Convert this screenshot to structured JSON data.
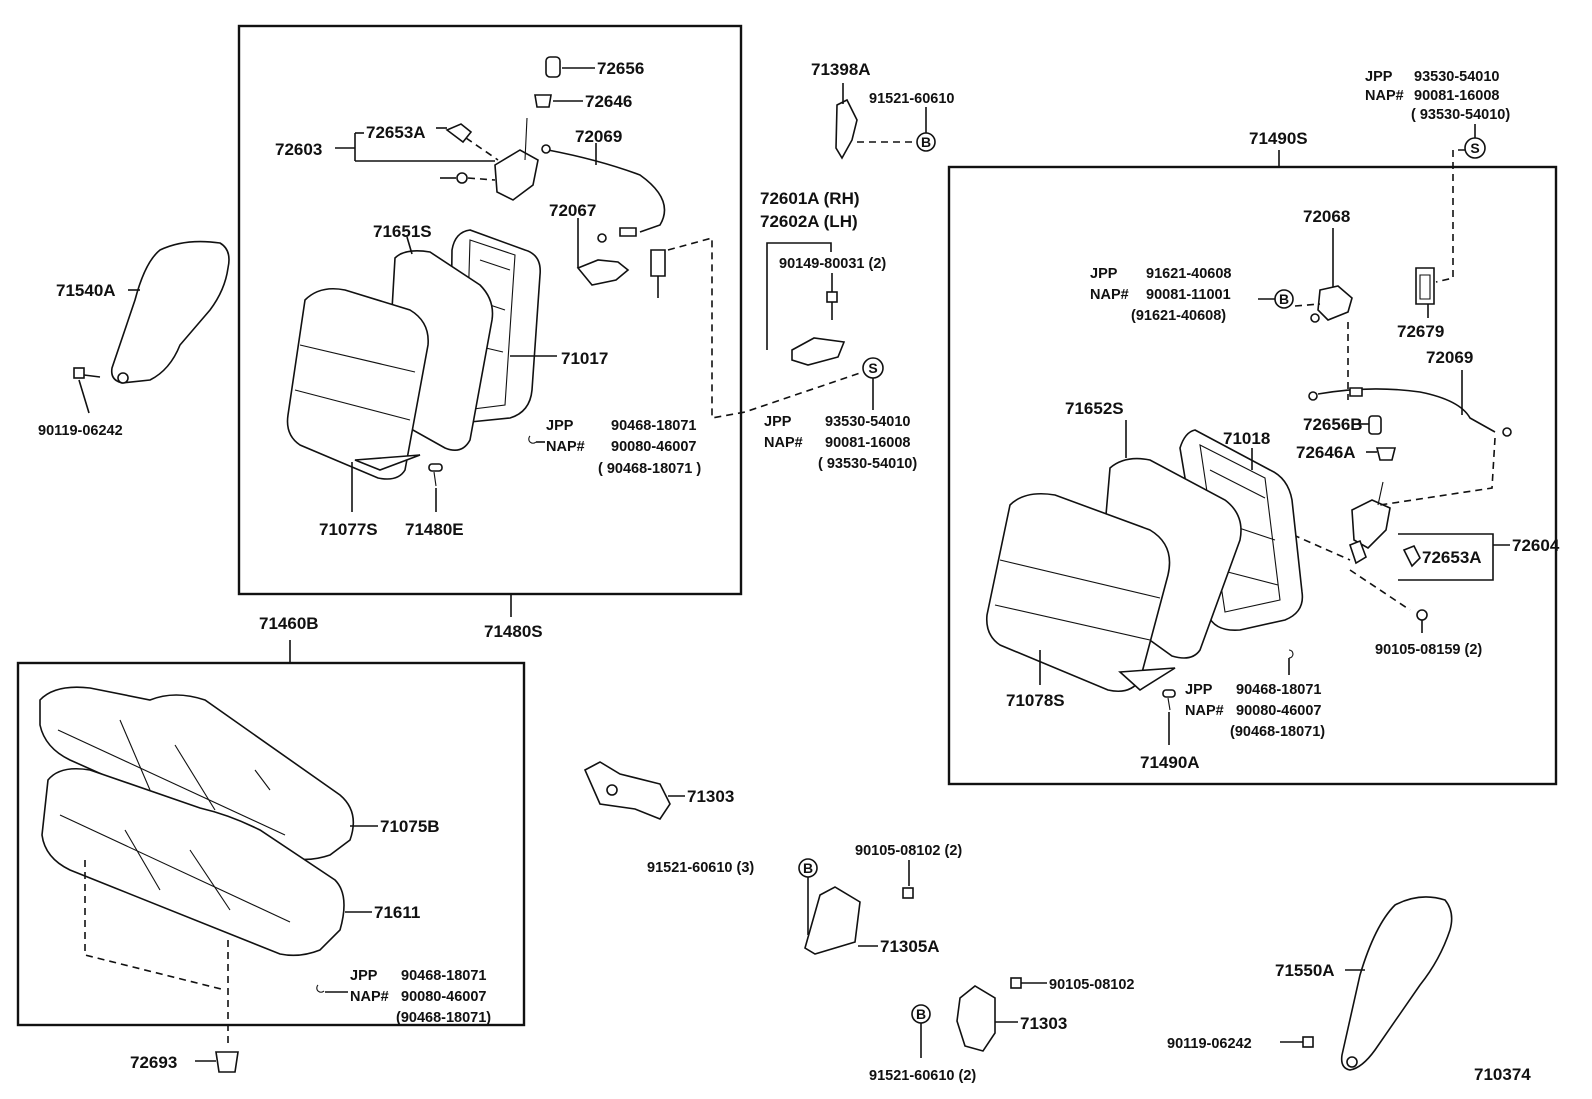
{
  "labels": {
    "l72656": "72656",
    "l72646": "72646",
    "l72653A_top": "72653A",
    "l72603": "72603",
    "l72069_top": "72069",
    "l72067": "72067",
    "l71651S": "71651S",
    "l71017": "71017",
    "l71540A": "71540A",
    "l90119_left": "90119-06242",
    "l71077S": "71077S",
    "l71480E": "71480E",
    "l71480S": "71480S",
    "l71460B": "71460B",
    "jpp_mid_a": "JPP",
    "jpp_mid_a_num": "90468-18071",
    "nap_mid_a": "NAP#",
    "nap_mid_a_num": "90080-46007",
    "nap_mid_a_alt": "( 90468-18071 )",
    "l71398A": "71398A",
    "l91521_top": "91521-60610",
    "l72601A": "72601A (RH)",
    "l72602A": "72602A (LH)",
    "l90149": "90149-80031 (2)",
    "jpp_mid_b": "JPP",
    "jpp_mid_b_num": "93530-54010",
    "nap_mid_b": "NAP#",
    "nap_mid_b_num": "90081-16008",
    "nap_mid_b_alt": "( 93530-54010)",
    "jpp_tr": "JPP",
    "jpp_tr_num": "93530-54010",
    "nap_tr": "NAP#",
    "nap_tr_num": "90081-16008",
    "nap_tr_alt": "( 93530-54010)",
    "l71490S": "71490S",
    "l72068": "72068",
    "jpp_r": "JPP",
    "jpp_r_num": "91621-40608",
    "nap_r": "NAP#",
    "nap_r_num": "90081-11001",
    "nap_r_alt": "(91621-40608)",
    "l72679": "72679",
    "l72069_right": "72069",
    "l71652S": "71652S",
    "l71018": "71018",
    "l72656B": "72656B",
    "l72646A": "72646A",
    "l72604": "72604",
    "l72653A_right": "72653A",
    "l90105_08159": "90105-08159 (2)",
    "l71078S": "71078S",
    "jpp_rb": "JPP",
    "jpp_rb_num": "90468-18071",
    "nap_rb": "NAP#",
    "nap_rb_num": "90080-46007",
    "nap_rb_alt": "(90468-18071)",
    "l71490A": "71490A",
    "l71075B": "71075B",
    "l71611": "71611",
    "jpp_lb": "JPP",
    "jpp_lb_num": "90468-18071",
    "nap_lb": "NAP#",
    "nap_lb_num": "90080-46007",
    "nap_lb_alt": "(90468-18071)",
    "l72693": "72693",
    "l71303_top": "71303",
    "l91521_3": "91521-60610 (3)",
    "l90105_08102_2": "90105-08102 (2)",
    "l71305A": "71305A",
    "l90105_08102": "90105-08102",
    "l71303_bottom": "71303",
    "l91521_2": "91521-60610 (2)",
    "l71550A": "71550A",
    "l90119_right": "90119-06242",
    "l710374": "710374",
    "circle_b": "B",
    "circle_s": "S"
  }
}
